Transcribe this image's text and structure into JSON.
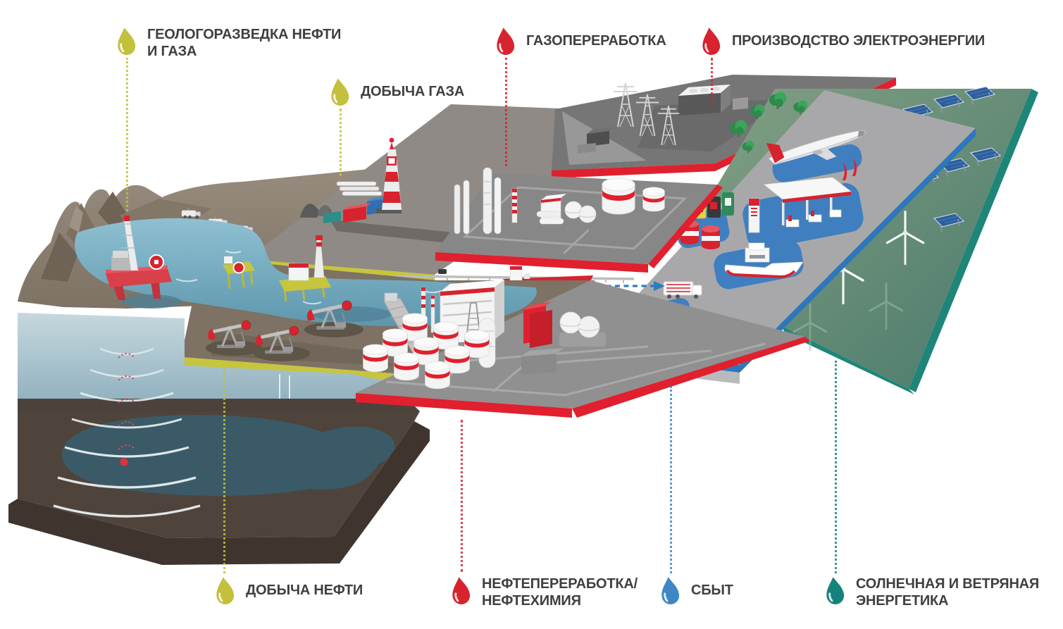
{
  "legend": {
    "geology": {
      "line1": "ГЕОЛОГОРАЗВЕДКА НЕФТИ",
      "line2": "И ГАЗА",
      "color": "#c2c03c"
    },
    "gas_production": {
      "line1": "ДОБЫЧА ГАЗА",
      "line2": "",
      "color": "#c2c03c"
    },
    "gas_processing": {
      "line1": "ГАЗОПЕРЕРАБОТКА",
      "line2": "",
      "color": "#d7232e"
    },
    "electricity": {
      "line1": "ПРОИЗВОДСТВО ЭЛЕКТРОЭНЕРГИИ",
      "line2": "",
      "color": "#d7232e"
    },
    "oil_production": {
      "line1": "ДОБЫЧА НЕФТИ",
      "line2": "",
      "color": "#c2c03c"
    },
    "refining": {
      "line1": "НЕФТЕПЕРЕРАБОТКА/",
      "line2": "НЕФТЕХИМИЯ",
      "color": "#d7232e"
    },
    "sales": {
      "line1": "СБЫТ",
      "line2": "",
      "color": "#3f86c5"
    },
    "renewables": {
      "line1": "СОЛНЕЧНАЯ И ВЕТРЯНАЯ",
      "line2": "ЭНЕРГЕТИКА",
      "color": "#15837c"
    }
  },
  "palette": {
    "yellow_edge": "#c6c53d",
    "red_edge": "#e0202e",
    "blue_edge": "#2f77bb",
    "teal_edge": "#1f8579",
    "flow_arrow": "#2e7bc0",
    "text": "#3f3f3e"
  }
}
